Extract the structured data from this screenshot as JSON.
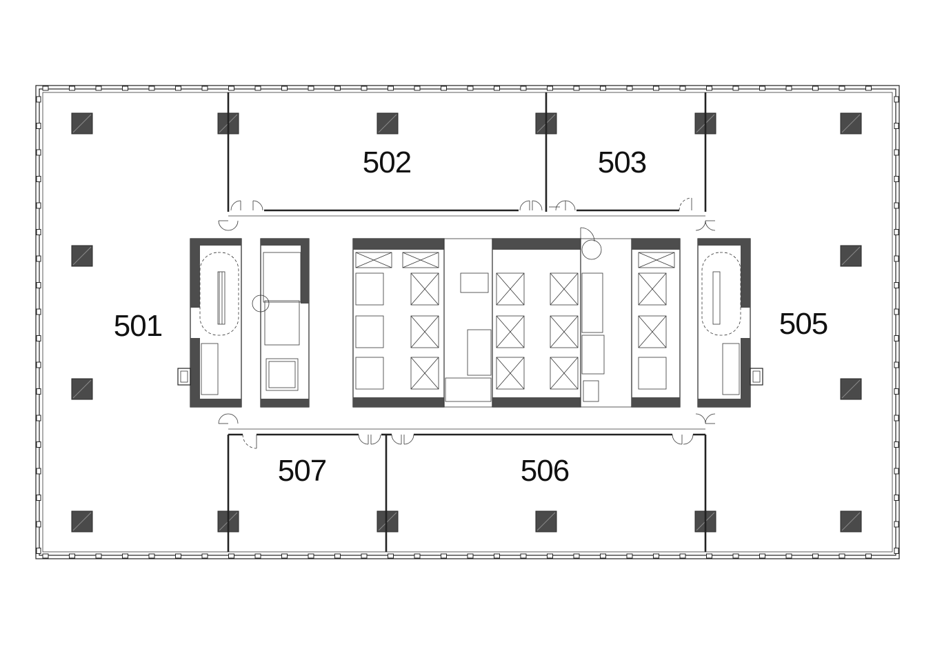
{
  "floor_plan": {
    "units": [
      {
        "id": "501",
        "label": "501"
      },
      {
        "id": "502",
        "label": "502"
      },
      {
        "id": "503",
        "label": "503"
      },
      {
        "id": "505",
        "label": "505"
      },
      {
        "id": "506",
        "label": "506"
      },
      {
        "id": "507",
        "label": "507"
      }
    ],
    "colors": {
      "line": "#222222",
      "column_fill": "#4a4a4a",
      "core_wall": "#4d4d4d",
      "background": "#ffffff"
    }
  }
}
